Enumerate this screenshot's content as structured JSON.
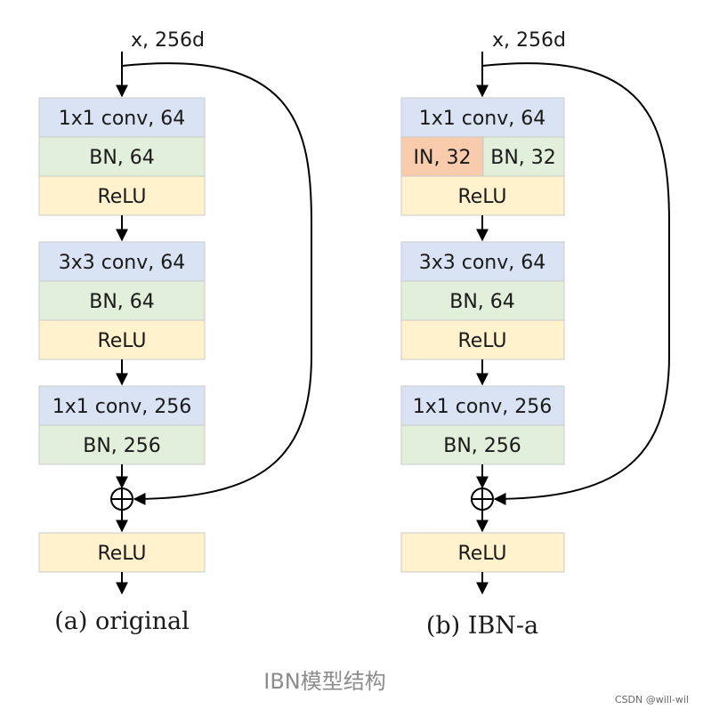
{
  "colors": {
    "conv": "#dae3f3",
    "bn": "#e2efda",
    "relu": "#fff2cc",
    "in": "#f8cbad",
    "stroke": "#c9c9c9",
    "line": "#000000"
  },
  "left": {
    "input": "x, 256d",
    "stage1": {
      "conv": "1x1 conv, 64",
      "bn": "BN, 64",
      "relu": "ReLU"
    },
    "stage2": {
      "conv": "3x3 conv, 64",
      "bn": "BN, 64",
      "relu": "ReLU"
    },
    "stage3": {
      "conv": "1x1 conv, 256",
      "bn": "BN, 256"
    },
    "final_relu": "ReLU",
    "caption": "(a) original"
  },
  "right": {
    "input": "x, 256d",
    "stage1": {
      "conv": "1x1 conv, 64",
      "in": "IN, 32",
      "bn": "BN, 32",
      "relu": "ReLU"
    },
    "stage2": {
      "conv": "3x3 conv, 64",
      "bn": "BN, 64",
      "relu": "ReLU"
    },
    "stage3": {
      "conv": "1x1 conv, 256",
      "bn": "BN, 256"
    },
    "final_relu": "ReLU",
    "caption": "(b) IBN-a"
  },
  "figure_caption": "IBN模型结构",
  "watermark": "CSDN @will-wil"
}
